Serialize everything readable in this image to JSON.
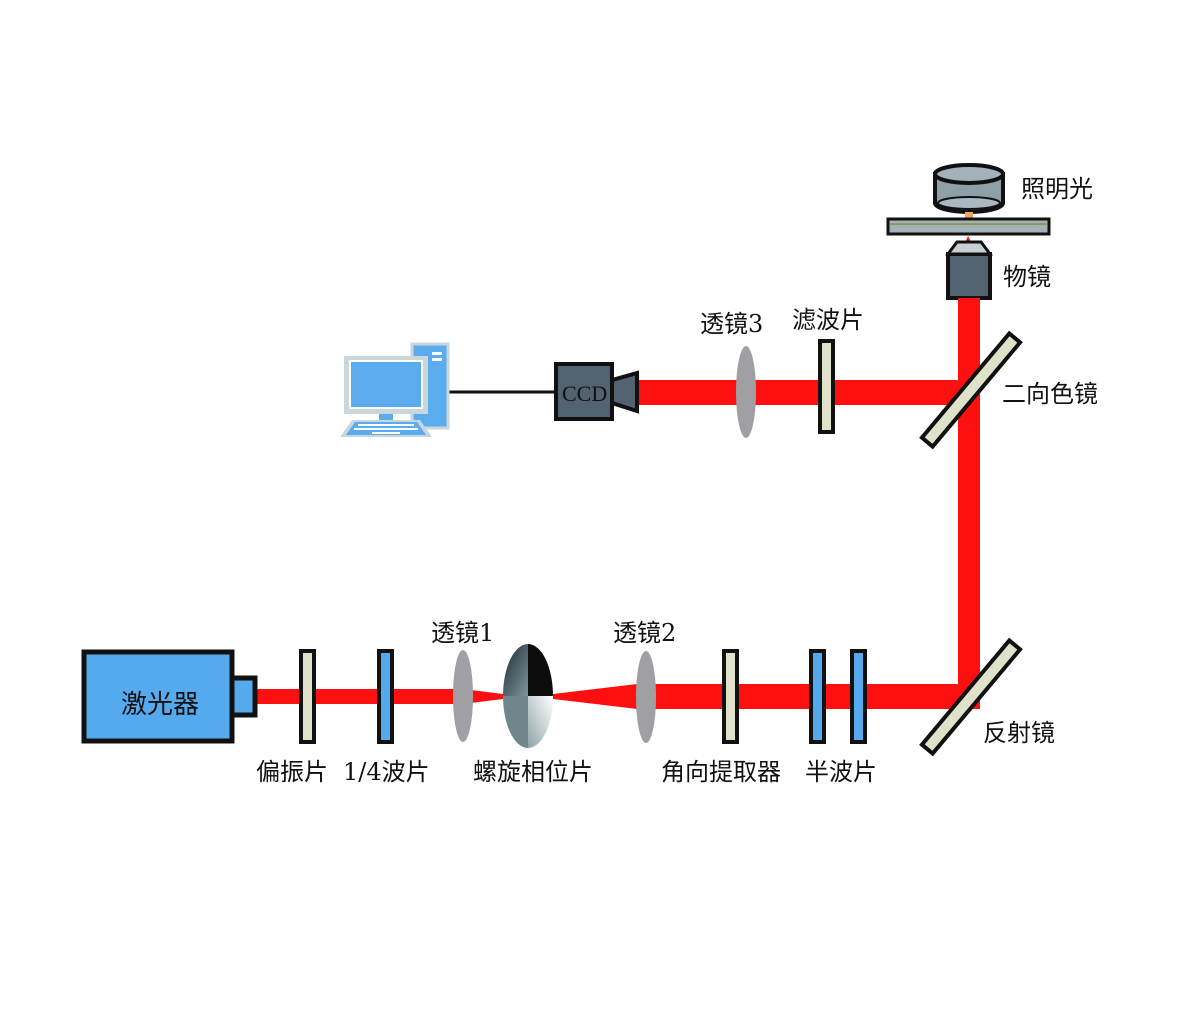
{
  "title": "Optical setup schematic",
  "colors": {
    "beam": "#ff1010",
    "laser_body": "#55aaee",
    "waveplate_blue": "#55aaee",
    "polarizer_fill": "#dfe2c8",
    "lens_gray": "#a09fa3",
    "ccd_body": "#526270",
    "computer_blue": "#5aacef",
    "computer_frame": "#c9d6dc"
  },
  "components": {
    "laser": "激光器",
    "polarizer": "偏振片",
    "quarter_wave_plate": "1/4波片",
    "lens1": "透镜1",
    "spiral_phase_plate": "螺旋相位片",
    "lens2": "透镜2",
    "angular_extractor": "角向提取器",
    "half_wave_plate": "半波片",
    "reflector": "反射镜",
    "dichroic_mirror": "二向色镜",
    "objective": "物镜",
    "illumination": "照明光",
    "filter": "滤波片",
    "lens3": "透镜3",
    "ccd": "CCD"
  }
}
